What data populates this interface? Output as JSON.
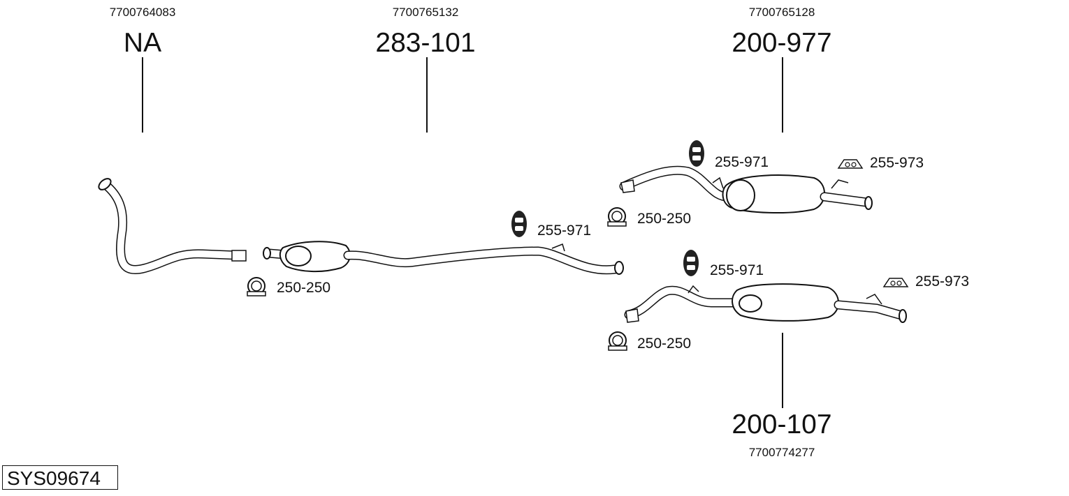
{
  "diagram_id": "SYS09674",
  "parts": [
    {
      "oem": "7700764083",
      "number": "NA"
    },
    {
      "oem": "7700765132",
      "number": "283-101"
    },
    {
      "oem": "7700765128",
      "number": "200-977"
    },
    {
      "oem": "7700774277",
      "number": "200-107"
    }
  ],
  "accessories": [
    {
      "label": "250-250",
      "icon": "clamp-icon"
    },
    {
      "label": "255-971",
      "icon": "rubber-hanger-icon"
    },
    {
      "label": "255-971",
      "icon": "rubber-hanger-icon"
    },
    {
      "label": "255-973",
      "icon": "mounting-bracket-icon"
    },
    {
      "label": "250-250",
      "icon": "clamp-icon"
    },
    {
      "label": "255-971",
      "icon": "rubber-hanger-icon"
    },
    {
      "label": "255-973",
      "icon": "mounting-bracket-icon"
    },
    {
      "label": "250-250",
      "icon": "clamp-icon"
    }
  ]
}
